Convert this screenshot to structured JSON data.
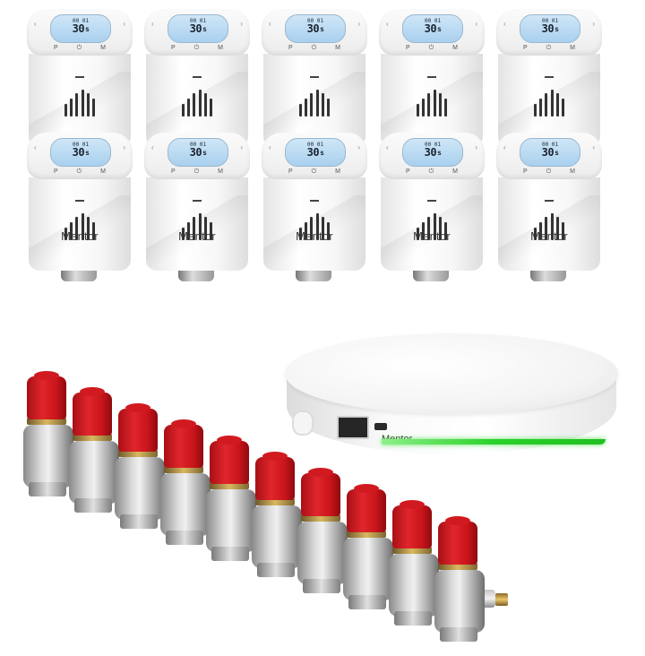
{
  "product": {
    "brand": "Mentor",
    "thermostat_display": {
      "reading": "30",
      "unit": "s",
      "indicator": "00 01"
    },
    "thermostat_buttons": [
      "P",
      "⏻",
      "M"
    ],
    "thermostat_count": 10,
    "valve_count": 10
  }
}
